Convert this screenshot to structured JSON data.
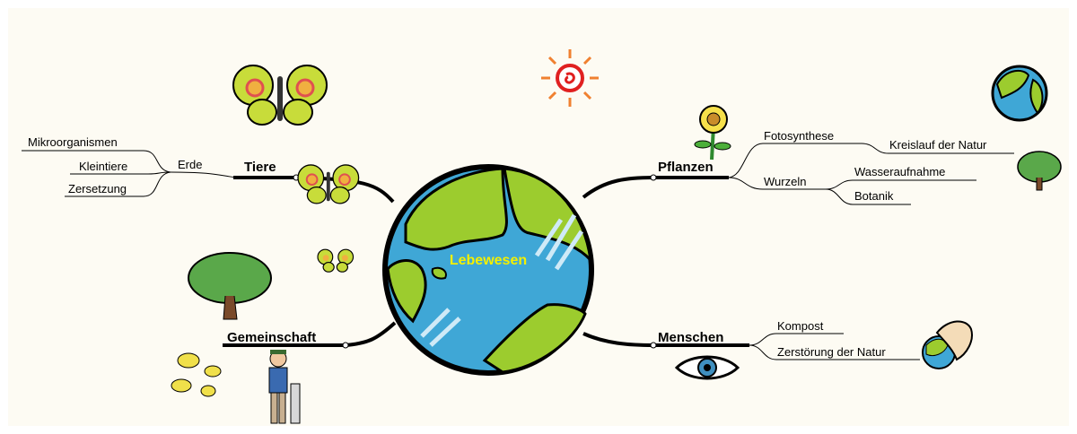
{
  "center": {
    "label": "Lebewesen"
  },
  "branches": {
    "tiere": {
      "label": "Tiere",
      "sub": {
        "label": "Erde",
        "children": [
          "Mikroorganismen",
          "Kleintiere",
          "Zersetzung"
        ]
      }
    },
    "pflanzen": {
      "label": "Pflanzen",
      "subs": [
        {
          "label": "Fotosynthese",
          "children": [
            "Kreislauf der Natur"
          ]
        },
        {
          "label": "Wurzeln",
          "children": [
            "Wasseraufnahme",
            "Botanik"
          ]
        }
      ]
    },
    "menschen": {
      "label": "Menschen",
      "children": [
        "Kompost",
        "Zerstörung der Natur"
      ]
    },
    "gemeinschaft": {
      "label": "Gemeinschaft"
    }
  },
  "icons": [
    "butterfly-icon",
    "sun-icon",
    "globe-icon",
    "tree-icon",
    "birds-icon",
    "person-icon",
    "eye-icon",
    "hand-globe-icon",
    "sunflower-icon"
  ],
  "colors": {
    "globe_land": "#9ccc2e",
    "globe_water": "#3fa7d6",
    "label_center": "#f4f000",
    "background": "#fdfbf3"
  }
}
